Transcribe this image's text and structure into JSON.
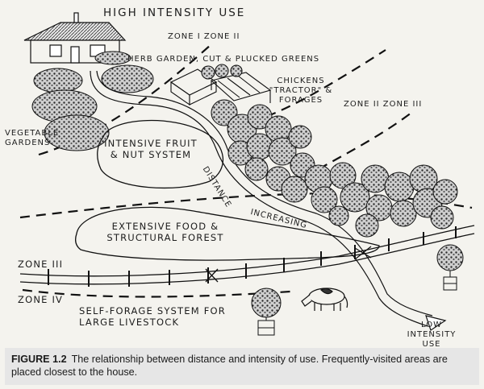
{
  "labels": {
    "high_use": "HIGH INTENSITY USE",
    "zone1_2": "ZONE I ZONE II",
    "herb_garden": "HERB GARDEN, CUT & PLUCKED GREENS",
    "chickens": "CHICKENS \"TRACTOR\" & FORAGES",
    "zone2_3": "ZONE II ZONE III",
    "vegetable": "VEGETABLE GARDENS",
    "fruit_nut": "INTENSIVE FRUIT & NUT SYSTEM",
    "distance": "DISTANCE",
    "increasing": "INCREASING",
    "forest": "EXTENSIVE FOOD & STRUCTURAL FOREST",
    "zone3": "ZONE III",
    "zone4": "ZONE IV",
    "livestock": "SELF-FORAGE SYSTEM FOR LARGE LIVESTOCK",
    "low_use": "LOW INTENSITY USE"
  },
  "caption": {
    "figure": "FIGURE 1.2",
    "text": "The relationship between distance and intensity of use. Frequently-visited areas are placed closest to the house."
  }
}
